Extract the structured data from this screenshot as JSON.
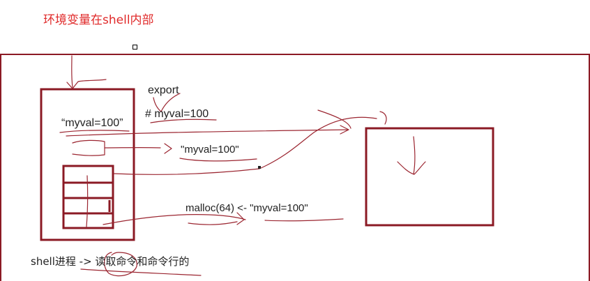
{
  "title": "环境变量在shell内部",
  "labels": {
    "export": "export",
    "command": "# myval=100",
    "env_string": "“myval=100”",
    "copied_string": "\"myval=100\"",
    "malloc": "malloc(64) <- \"myval=100\"",
    "shell_process": "shell进程 -> 读取命令和命令行的"
  },
  "colors": {
    "title": "#e02a2a",
    "box": "#8b1a24",
    "ink": "#9b2530"
  }
}
